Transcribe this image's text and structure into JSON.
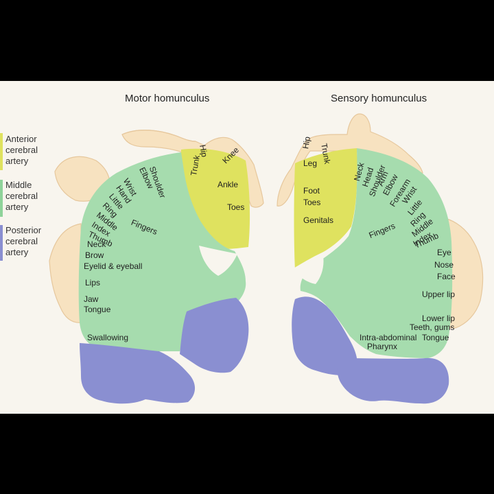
{
  "titles": {
    "motor": "Motor homunculus",
    "sensory": "Sensory homunculus"
  },
  "legend": {
    "anterior": {
      "text": "Anterior cerebral artery",
      "color": "#dfe25f"
    },
    "middle": {
      "text": "Middle cerebral artery",
      "color": "#8fd39a"
    },
    "posterior": {
      "text": "Posterior cerebral artery",
      "color": "#8a8fd1"
    }
  },
  "motor_labels": {
    "trunk": "Trunk",
    "hip": "Hip",
    "knee": "Knee",
    "ankle": "Ankle",
    "toes": "Toes",
    "shoulder": "Shoulder",
    "elbow": "Elbow",
    "wrist": "Wrist",
    "hand": "Hand",
    "little": "Little",
    "ring": "Ring",
    "middle": "Middle",
    "index": "Index",
    "thumb": "Thumb",
    "fingers": "Fingers",
    "neck": "Neck",
    "brow": "Brow",
    "eyelid": "Eyelid & eyeball",
    "lips": "Lips",
    "jaw": "Jaw",
    "tongue": "Tongue",
    "swallowing": "Swallowing"
  },
  "sensory_labels": {
    "leg": "Leg",
    "hip": "Hip",
    "trunk": "Trunk",
    "foot": "Foot",
    "toes": "Toes",
    "genitals": "Genitals",
    "neck": "Neck",
    "head": "Head",
    "shoulder": "Shoulder",
    "arm": "Arm",
    "elbow": "Elbow",
    "forearm": "Forearm",
    "wrist": "Wrist",
    "little": "Little",
    "ring": "Ring",
    "middle": "Middle",
    "index": "Index",
    "thumb": "Thumb",
    "fingers": "Fingers",
    "eye": "Eye",
    "nose": "Nose",
    "face": "Face",
    "upper_lip": "Upper lip",
    "lower_lip": "Lower lip",
    "teeth": "Teeth, gums",
    "tongue": "Tongue",
    "intra": "Intra-abdominal",
    "pharynx": "Pharynx"
  }
}
